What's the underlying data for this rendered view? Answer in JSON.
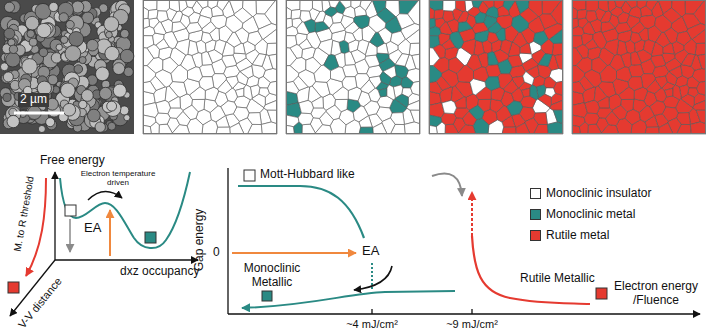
{
  "diagram": {
    "labels": [
      "2 µm",
      "Free energy",
      "Electron temperature driven",
      "M. to R threshold",
      "EA",
      "dxz occupancy",
      "V-V distance",
      "Mott-Hubbard like",
      "Gap energy",
      "0",
      "EA",
      "Monoclinic Metallic",
      "~4 mJ/cm²",
      "~9 mJ/cm²",
      "Rutile Metallic",
      "Electron energy /Fluence"
    ],
    "legend": [
      {
        "text": "Monoclinic insulator",
        "color": "#ffffff"
      },
      {
        "text": "Monoclinic metal",
        "color": "#2a8a84"
      },
      {
        "text": "Rutile metal",
        "color": "#e53a30"
      }
    ]
  }
}
